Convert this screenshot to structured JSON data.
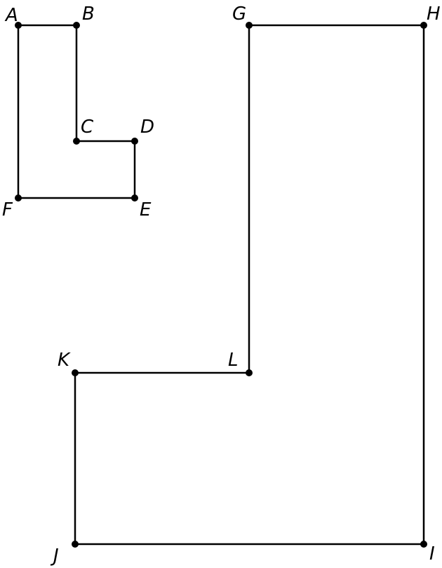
{
  "shapes": [
    {
      "name": "small-shape",
      "vertices": [
        "A",
        "B",
        "C",
        "D",
        "E",
        "F"
      ]
    },
    {
      "name": "large-shape",
      "vertices": [
        "G",
        "H",
        "I",
        "J",
        "K",
        "L"
      ]
    }
  ],
  "labels": {
    "A": "A",
    "B": "B",
    "C": "C",
    "D": "D",
    "E": "E",
    "F": "F",
    "G": "G",
    "H": "H",
    "I": "I",
    "J": "J",
    "K": "K",
    "L": "L"
  },
  "colors": {
    "stroke": "#000000",
    "background": "#ffffff"
  }
}
